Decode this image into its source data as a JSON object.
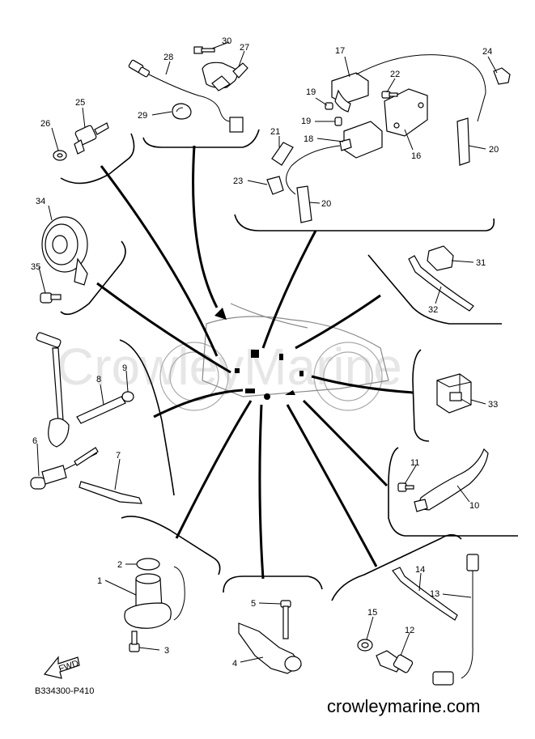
{
  "watermark": "CrowleyMarine",
  "diagram_code": "B334300-P410",
  "fwd_label": "FWD",
  "footer_url": "crowleymarine.com",
  "callouts": {
    "c1": "1",
    "c2": "2",
    "c3": "3",
    "c4": "4",
    "c5": "5",
    "c6": "6",
    "c7": "7",
    "c8": "8",
    "c9": "9",
    "c10": "10",
    "c11": "11",
    "c12": "12",
    "c13": "13",
    "c14": "14",
    "c15": "15",
    "c16": "16",
    "c17": "17",
    "c18": "18",
    "c19a": "19",
    "c19b": "19",
    "c20a": "20",
    "c20b": "20",
    "c21": "21",
    "c22": "22",
    "c23": "23",
    "c24": "24",
    "c25": "25",
    "c26": "26",
    "c27": "27",
    "c28": "28",
    "c29": "29",
    "c30": "30",
    "c31": "31",
    "c32": "32",
    "c33": "33",
    "c34": "34",
    "c35": "35"
  }
}
